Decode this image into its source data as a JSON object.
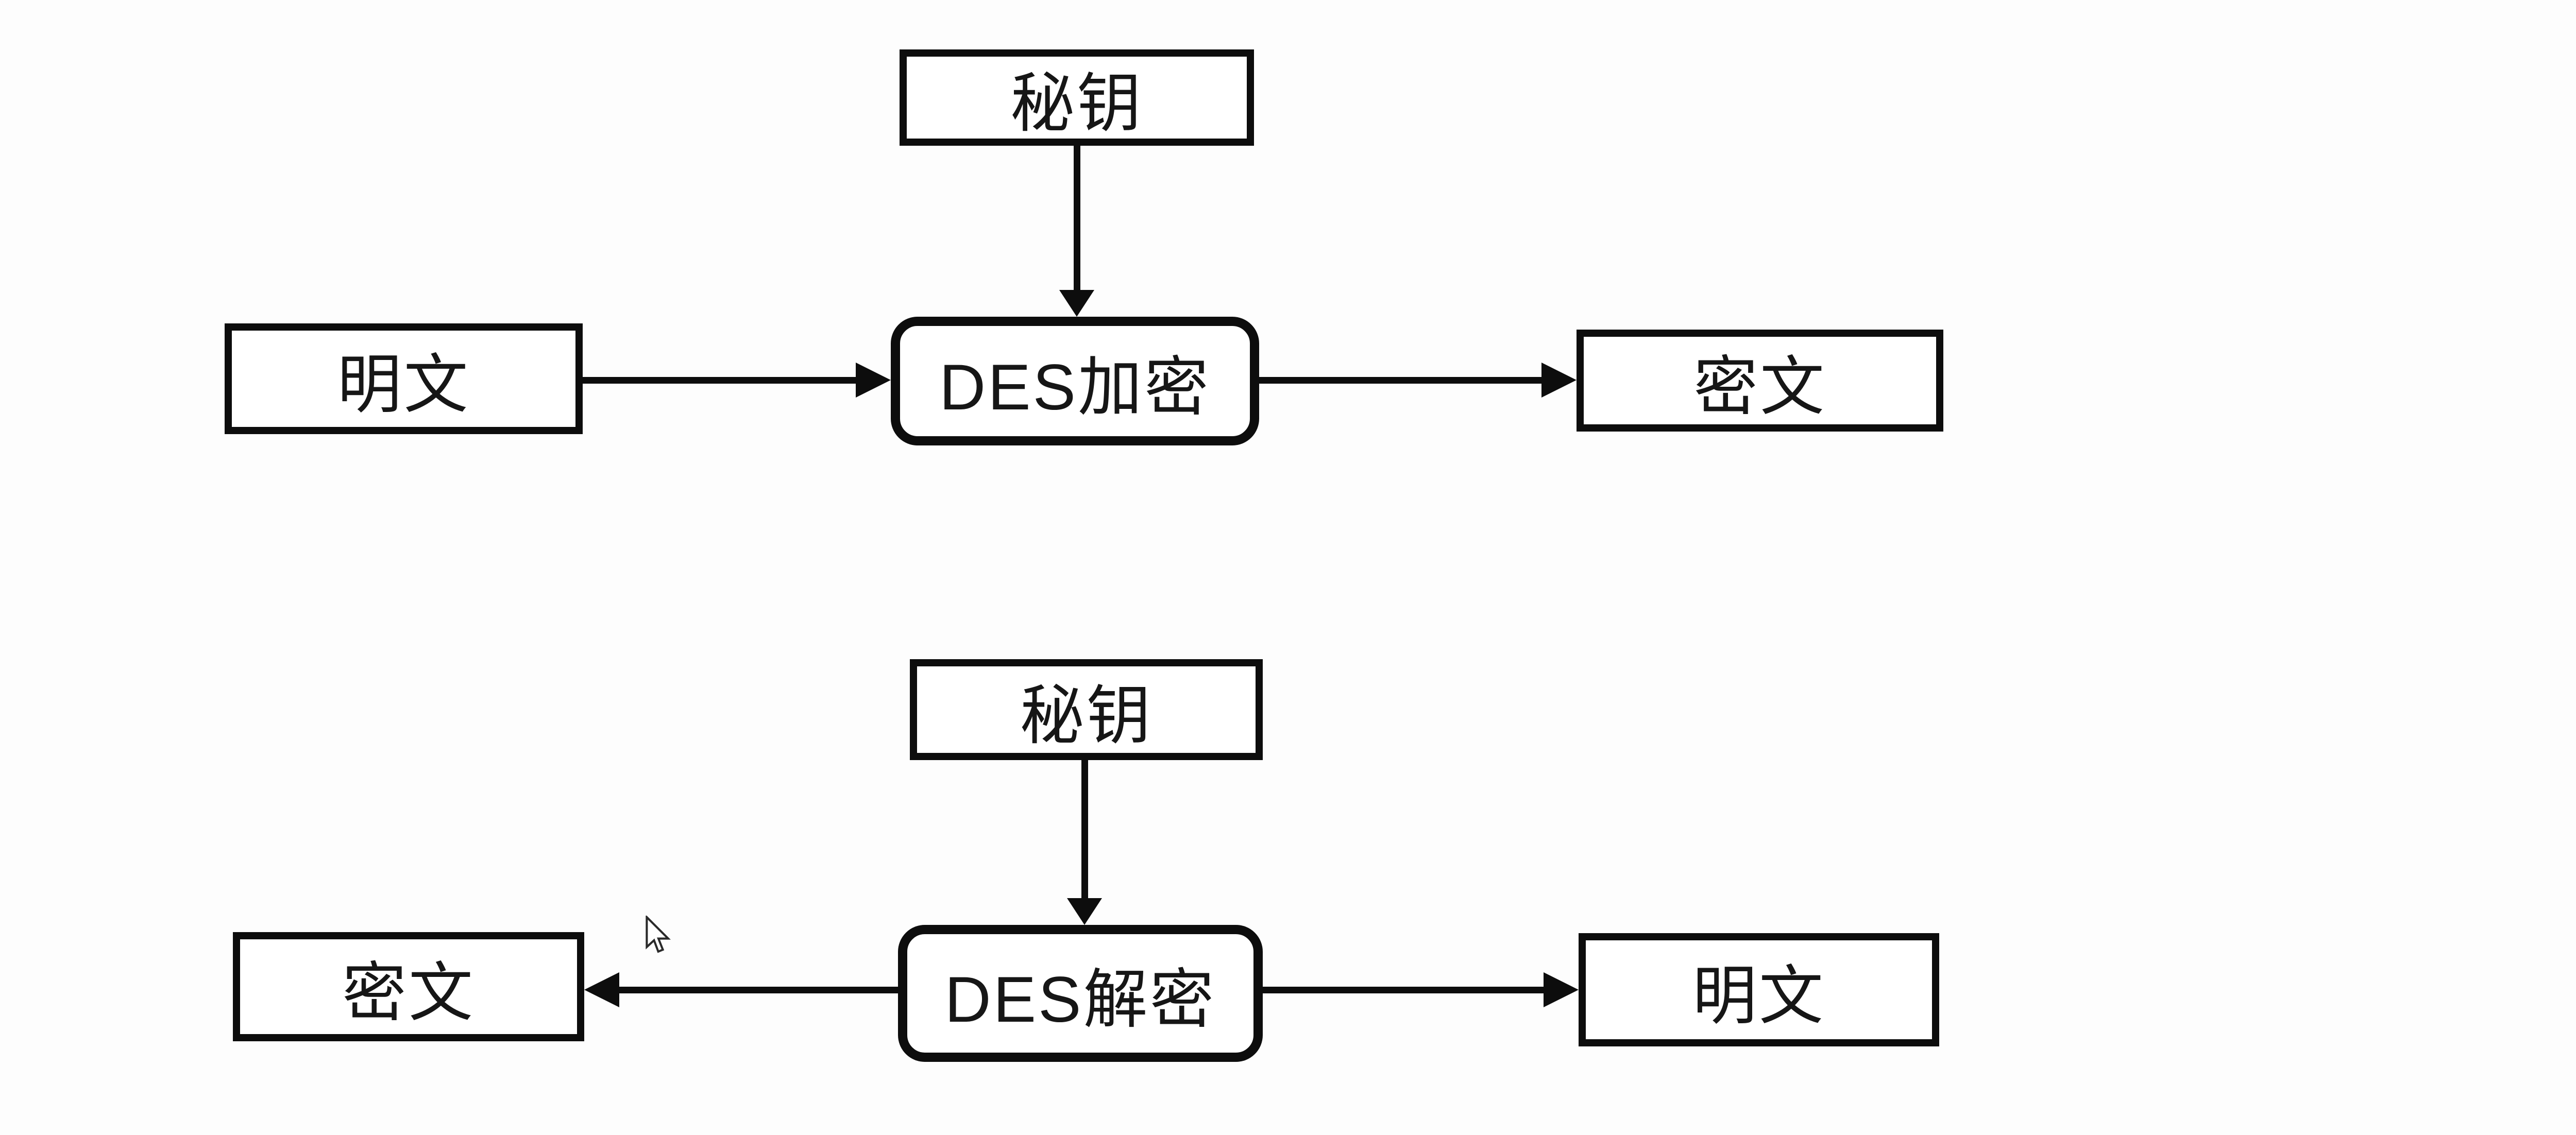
{
  "canvas": {
    "background": "#fdfdfd",
    "ink": "#0d0d0d"
  },
  "icons": {
    "cursor": "arrow-pointer",
    "arrow_style": "solid-black-triangle-head"
  },
  "diagrams": [
    {
      "id": "encryption-flow",
      "key_label": "秘钥",
      "left_label": "明文",
      "process_label": "DES加密",
      "right_label": "密文"
    },
    {
      "id": "decryption-flow",
      "key_label": "秘钥",
      "left_label": "密文",
      "process_label": "DES解密",
      "right_label": "明文"
    }
  ]
}
